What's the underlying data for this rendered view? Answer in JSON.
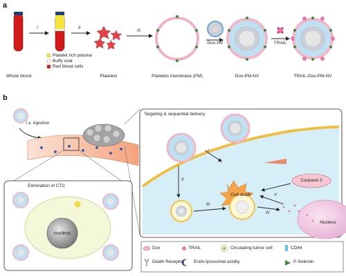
{
  "panel_a": {
    "tag": "a",
    "steps": [
      "I",
      "II",
      "III"
    ],
    "whole_blood": "Whole blood",
    "legend": [
      {
        "label": "Platelet rich plasma",
        "color": "#f2e23a"
      },
      {
        "label": "Buffy coat",
        "color": "#f4f4e8"
      },
      {
        "label": "Red blood cells",
        "color": "#d11a1a"
      }
    ],
    "platelets": "Platelets",
    "membrane": "Platelets membrane (PM)",
    "dox_nv": "Dox-NV",
    "dox_pm_nv": "Dox-PM-NV",
    "trail": "TRAIL",
    "trail_dox_pm_nv": "TRAIL-Dox-PM-NV"
  },
  "panel_b": {
    "tag": "b",
    "injection": "i.v. injection",
    "ctc_box_title": "Elimination of CTC",
    "nucleus_small": "nucleus",
    "targeting_title": "Targeting & sequential delivery",
    "caspase": "Caspase 3",
    "cell_death": "Cell death",
    "nucleus_big": "Nucleus",
    "romans": [
      "I",
      "II",
      "III",
      "IV",
      "V"
    ]
  },
  "legend_b": [
    {
      "label": "Dox",
      "icon": "dox-icon"
    },
    {
      "label": "TRAIL",
      "icon": "trail-icon"
    },
    {
      "label": "Circulating tumor cell",
      "icon": "tumor-cell-icon"
    },
    {
      "label": "CD44",
      "icon": "cd44-icon"
    },
    {
      "label": "Death Receptor",
      "icon": "death-receptor-icon"
    },
    {
      "label": "Endo-lysosomal acidity",
      "icon": "acidity-icon"
    },
    {
      "label": "P-Selectin",
      "icon": "p-selectin-icon"
    }
  ]
}
